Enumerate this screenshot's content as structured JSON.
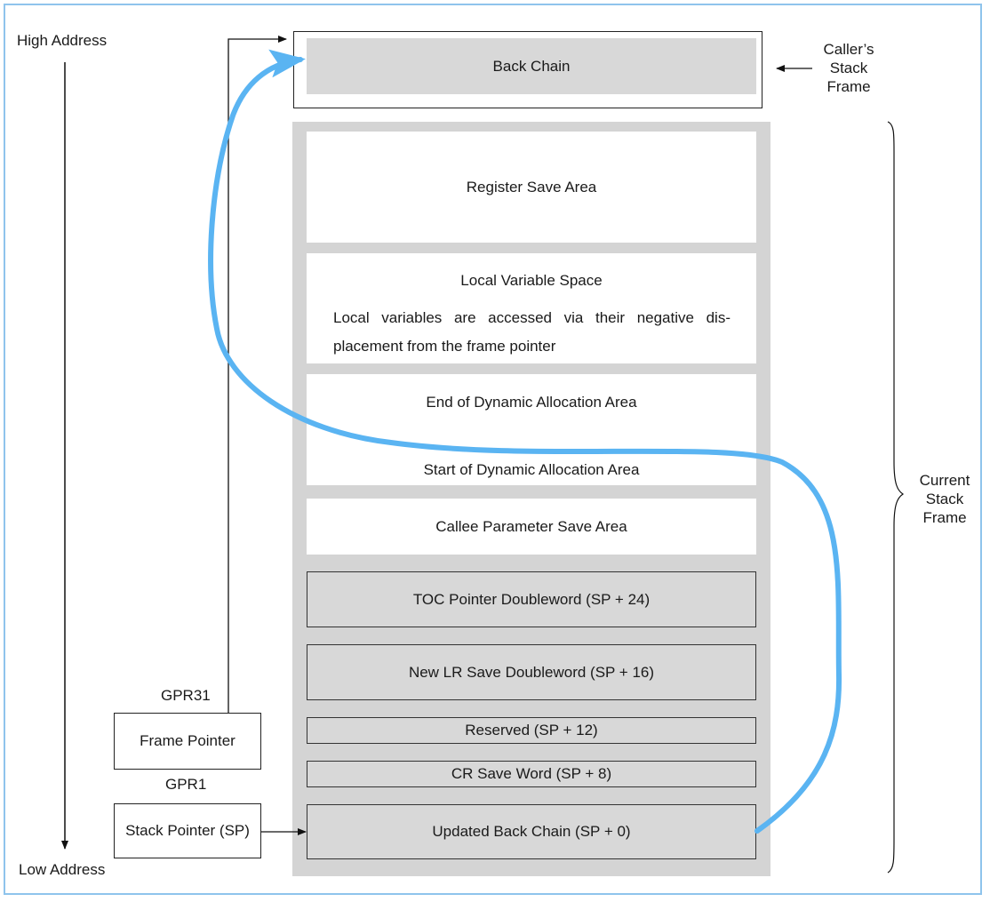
{
  "labels": {
    "high_address": "High Address",
    "low_address": "Low Address",
    "caller_line1": "Caller’s",
    "caller_line2": "Stack",
    "caller_line3": "Frame",
    "current_line1": "Current",
    "current_line2": "Stack",
    "current_line3": "Frame",
    "gpr31": "GPR31",
    "gpr1": "GPR1"
  },
  "registers": {
    "frame_pointer": "Frame Pointer",
    "stack_pointer": "Stack Pointer (SP)"
  },
  "caller_frame": {
    "back_chain": "Back Chain"
  },
  "current_frame": {
    "register_save_area": "Register Save Area",
    "local_variable_space": "Local Variable Space",
    "local_variable_note": "Local variables are accessed via their negative dis- placement from the frame pointer",
    "end_dynamic": "End of Dynamic Allocation Area",
    "start_dynamic": "Start of Dynamic Allocation Area",
    "callee_param": "Callee Parameter Save Area",
    "toc_pointer": "TOC Pointer Doubleword (SP + 24)",
    "new_lr": "New LR Save Doubleword (SP + 16)",
    "reserved": "Reserved (SP + 12)",
    "cr_save": "CR Save Word (SP + 8)",
    "updated_back_chain": "Updated Back Chain (SP + 0)"
  },
  "colors": {
    "border": "#8fc4ec",
    "frame_gray": "#d4d4d4",
    "block_gray": "#d8d8d8",
    "curve": "#5ab4f2"
  }
}
